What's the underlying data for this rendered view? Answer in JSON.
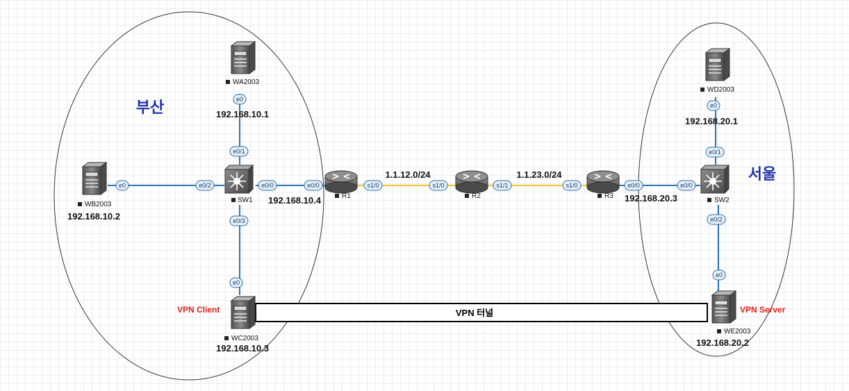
{
  "regions": {
    "left": "부산",
    "right": "서울"
  },
  "tunnel_label": "VPN 터널",
  "vpn": {
    "client": "VPN Client",
    "server": "VPN Server"
  },
  "nets": {
    "r1_r2": "1.1.12.0/24",
    "r2_r3": "1.1.23.0/24"
  },
  "devices": {
    "wa2003": {
      "name": "WA2003",
      "ip": "192.168.10.1"
    },
    "wb2003": {
      "name": "WB2003",
      "ip": "192.168.10.2"
    },
    "wc2003": {
      "name": "WC2003",
      "ip": "192.168.10.3"
    },
    "wd2003": {
      "name": "WD2003",
      "ip": "192.168.20.1"
    },
    "we2003": {
      "name": "WE2003",
      "ip": "192.168.20.2"
    },
    "sw1": {
      "name": "SW1",
      "ip": "192.168.10.4"
    },
    "sw2": {
      "name": "SW2",
      "ip": "192.168.20.3"
    },
    "r1": {
      "name": "R1"
    },
    "r2": {
      "name": "R2"
    },
    "r3": {
      "name": "R3"
    }
  },
  "ports": {
    "wa_e0": "e0",
    "sw1_e01": "e0/1",
    "wb_e0": "e0",
    "sw1_e02": "e0/2",
    "sw1_e03": "e0/3",
    "wc_e0": "e0",
    "sw1_e00": "e0/0",
    "r1_e00": "e0/0",
    "r1_s10": "s1/0",
    "r2_s10": "s1/0",
    "r2_s11": "s1/1",
    "r3_s10": "s1/0",
    "r3_e00": "e0/0",
    "sw2_e00": "e0/0",
    "wd_e0": "e0",
    "sw2_e01": "e0/1",
    "sw2_e02": "e0/2",
    "we_e0": "e0"
  },
  "colors": {
    "ethernet": "#2b75b6",
    "serial": "#f2c22c",
    "region_text": "#2233aa",
    "vpn_text": "#e0201a"
  }
}
